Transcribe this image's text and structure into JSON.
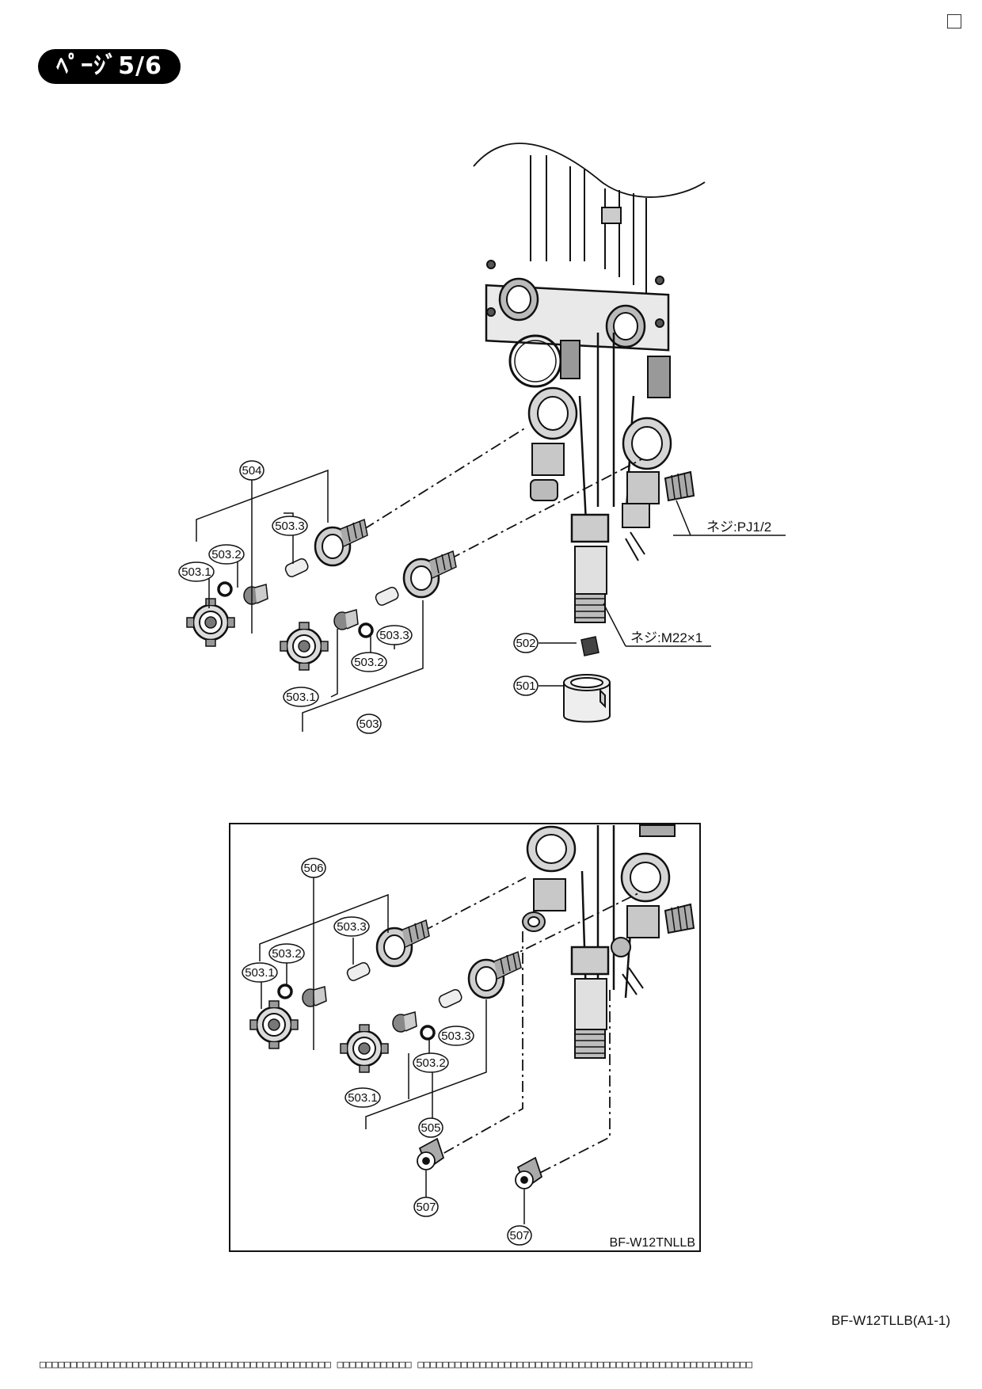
{
  "page_badge": "ﾍﾟｰｼﾞ5/6",
  "callouts": {
    "c504": "504",
    "c503_3a": "503.3",
    "c503_2a": "503.2",
    "c503_1a": "503.1",
    "c503_3b": "503.3",
    "c503_2b": "503.2",
    "c503_1b": "503.1",
    "c503": "503",
    "c502": "502",
    "c501": "501",
    "c506": "506",
    "c503_3c": "503.3",
    "c503_2c": "503.2",
    "c503_1c": "503.1",
    "c503_3d": "503.3",
    "c503_2d": "503.2",
    "c503_1d": "503.1",
    "c505": "505",
    "c507a": "507",
    "c507b": "507"
  },
  "notes": {
    "thread_pj": "ネジ:PJ1/2",
    "thread_m22": "ネジ:M22×1"
  },
  "inset_model": "BF-W12TNLLB",
  "doc_code": "BF-W12TLLB(A1-1)",
  "footer_strip": "□□□□□□□□□□□□□□□□□□□□□□□□□□□□□□□□□□□□□□□□□□□□□□□ □□□□□□□□□□□□ □□□□□□□□□□□□□□□□□□□□□□□□□□□□□□□□□□□□□□□□□□□□□□□□□□□□□□"
}
